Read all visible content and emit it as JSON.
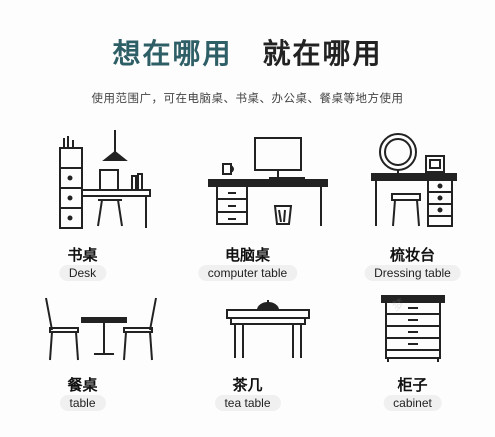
{
  "header": {
    "title_part1": "想在哪用",
    "title_part2": "就在哪用",
    "subtitle": "使用范围广，可在电脑桌、书桌、办公桌、餐桌等地方使用"
  },
  "items": [
    {
      "zh": "书桌",
      "en": "Desk",
      "icon": "desk-icon"
    },
    {
      "zh": "电脑桌",
      "en": "computer table",
      "icon": "computer-desk-icon"
    },
    {
      "zh": "梳妆台",
      "en": "Dressing table",
      "icon": "dressing-table-icon"
    },
    {
      "zh": "餐桌",
      "en": "table",
      "icon": "dining-table-icon"
    },
    {
      "zh": "茶几",
      "en": "tea table",
      "icon": "tea-table-icon"
    },
    {
      "zh": "柜子",
      "en": "cabinet",
      "icon": "cabinet-icon"
    }
  ],
  "watermark": "梦",
  "colors": {
    "accent": "#2f5f66",
    "pill_bg": "#f0f0f0",
    "line": "#222222"
  }
}
